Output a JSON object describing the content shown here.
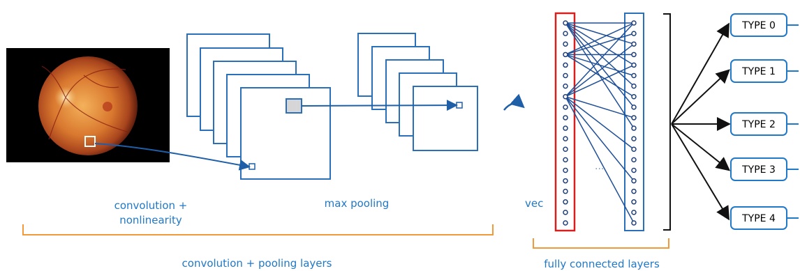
{
  "labels": {
    "conv_line1": "convolution +",
    "conv_line2": "nonlinearity",
    "max_pooling": "max pooling",
    "vec": "vec",
    "ellipsis": "...",
    "conv_pool_layers": "convolution + pooling layers",
    "fc_layers": "fully connected layers"
  },
  "outputs": [
    "TYPE 0",
    "TYPE 1",
    "TYPE 2",
    "TYPE 3",
    "TYPE 4"
  ],
  "colors": {
    "line_blue": "#1f5fa8",
    "frame_blue": "#2a6fba",
    "label_blue": "#1f78c8",
    "bracket_orange": "#f29a3a",
    "vec_red": "#d62020"
  },
  "image": {
    "description_icon": "retina-fundus-image"
  }
}
